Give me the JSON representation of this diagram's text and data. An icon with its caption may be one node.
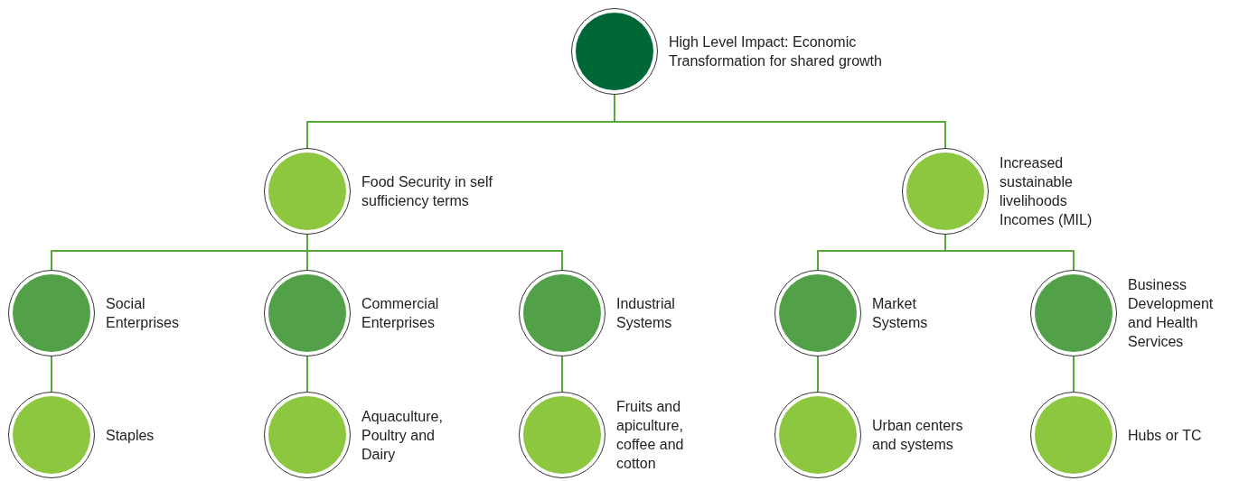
{
  "diagram": {
    "nodes": [
      {
        "text": [
          "High Level Impact: Economic Transformation for shared growth"
        ]
      },
      {
        "text": [
          "Food Security in self sufficiency terms"
        ]
      },
      {
        "text": [
          "Increased sustainable livelihoods Incomes (MIL)"
        ]
      },
      {
        "text": [
          "Social Enterprises"
        ]
      },
      {
        "text": [
          "Commercial Enterprises"
        ]
      },
      {
        "text": [
          "Industrial Systems"
        ]
      },
      {
        "text": [
          "Market Systems"
        ]
      },
      {
        "text": [
          "Business Development and Health Services"
        ]
      },
      {
        "text": [
          "Staples"
        ]
      },
      {
        "text": [
          "Aquaculture, Poultry and Dairy"
        ]
      },
      {
        "text": [
          "Fruits and apiculture, coffee and cotton"
        ]
      },
      {
        "text": [
          "Urban centers and systems"
        ]
      },
      {
        "text": [
          "Hubs or TC"
        ]
      }
    ],
    "edges": [
      {
        "from": 0,
        "to": 1,
        "arrow": "none"
      },
      {
        "from": 0,
        "to": 2,
        "arrow": "none"
      },
      {
        "from": 1,
        "to": 3,
        "arrow": "none"
      },
      {
        "from": 1,
        "to": 4,
        "arrow": "none"
      },
      {
        "from": 1,
        "to": 5,
        "arrow": "none"
      },
      {
        "from": 2,
        "to": 6,
        "arrow": "none"
      },
      {
        "from": 2,
        "to": 7,
        "arrow": "none"
      },
      {
        "from": 3,
        "to": 8,
        "arrow": "none"
      },
      {
        "from": 4,
        "to": 9,
        "arrow": "none"
      },
      {
        "from": 5,
        "to": 10,
        "arrow": "none"
      },
      {
        "from": 6,
        "to": 11,
        "arrow": "none"
      },
      {
        "from": 7,
        "to": 12,
        "arrow": "none"
      }
    ]
  }
}
